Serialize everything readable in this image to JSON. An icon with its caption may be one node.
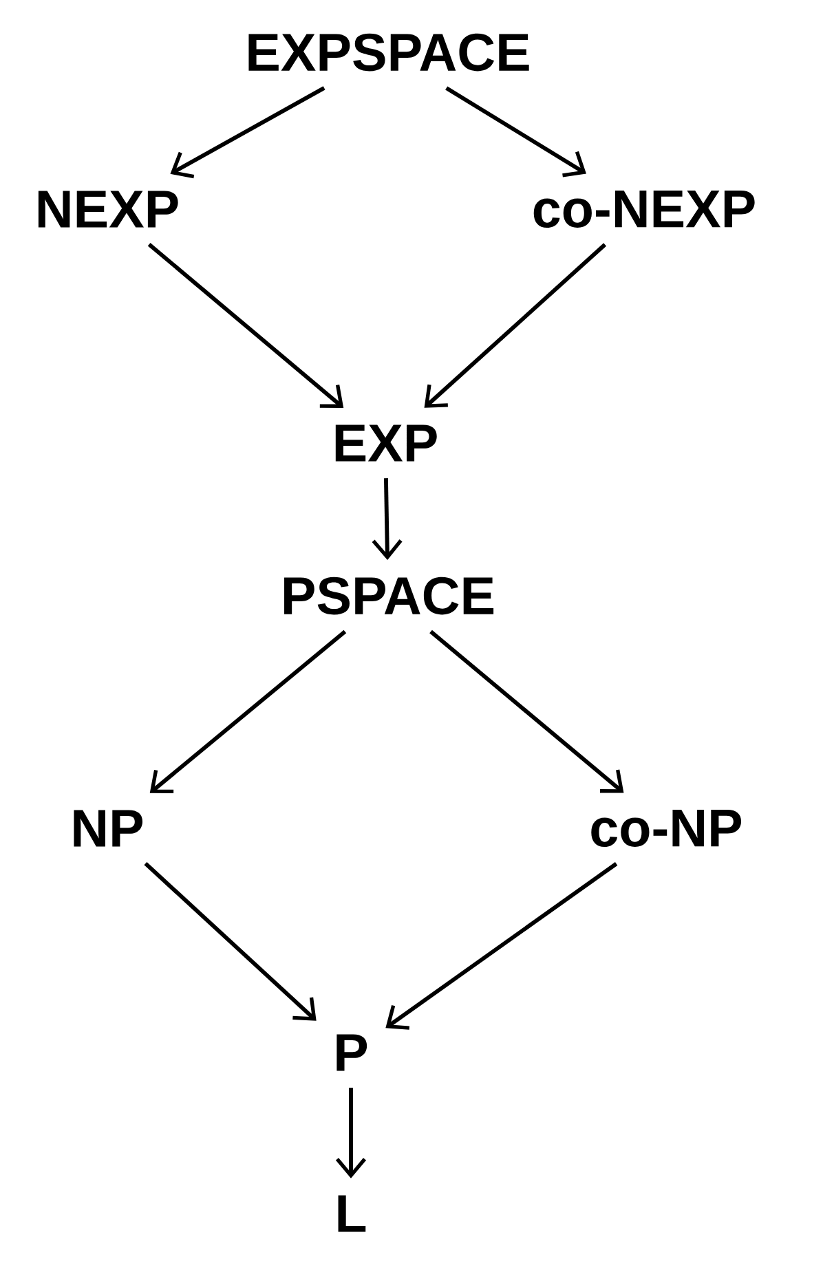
{
  "diagram": {
    "nodes": [
      {
        "text": [
          "EXPSPACE"
        ]
      },
      {
        "text": [
          "NEXP"
        ]
      },
      {
        "text": [
          "co-NEXP"
        ]
      },
      {
        "text": [
          "EXP"
        ]
      },
      {
        "text": [
          "PSPACE"
        ]
      },
      {
        "text": [
          "NP"
        ]
      },
      {
        "text": [
          "co-NP"
        ]
      },
      {
        "text": [
          "P"
        ]
      },
      {
        "text": [
          "L"
        ]
      }
    ],
    "edges": [
      {
        "from": 0,
        "to": 1,
        "arrow": "to"
      },
      {
        "from": 0,
        "to": 2,
        "arrow": "to"
      },
      {
        "from": 1,
        "to": 3,
        "arrow": "to"
      },
      {
        "from": 2,
        "to": 3,
        "arrow": "to"
      },
      {
        "from": 3,
        "to": 4,
        "arrow": "to"
      },
      {
        "from": 4,
        "to": 5,
        "arrow": "to"
      },
      {
        "from": 4,
        "to": 6,
        "arrow": "to"
      },
      {
        "from": 5,
        "to": 7,
        "arrow": "to"
      },
      {
        "from": 6,
        "to": 7,
        "arrow": "to"
      },
      {
        "from": 7,
        "to": 8,
        "arrow": "to"
      }
    ]
  }
}
